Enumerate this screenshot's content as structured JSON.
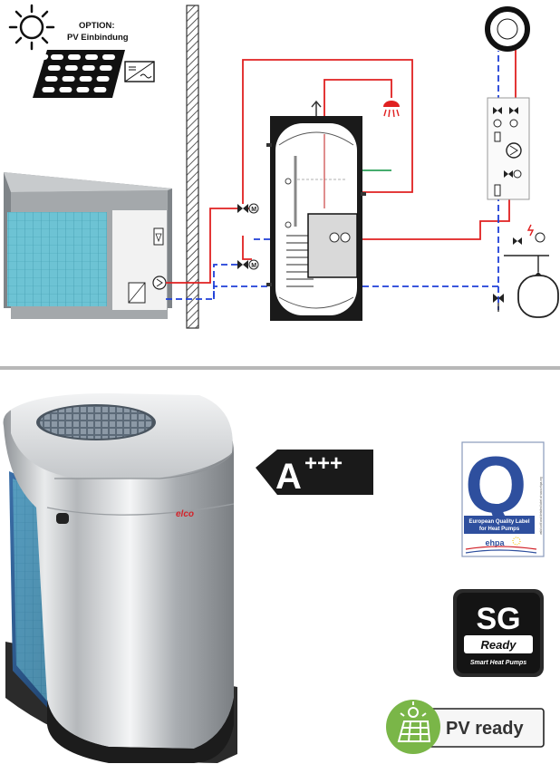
{
  "pv_option": {
    "line1": "OPTION:",
    "line2": "PV Einbindung",
    "icons": [
      "sun-icon",
      "solar-panel-icon",
      "inverter-icon"
    ]
  },
  "brand": {
    "logo_text": "elco",
    "logo_color": "#d2232a"
  },
  "energy_label": {
    "grade": "A",
    "plus": "+++",
    "bg_color": "#1a1a1a"
  },
  "badges": {
    "ehpa": {
      "q_letter": "Q",
      "line1": "European Quality Label",
      "line2": "for Heat Pumps",
      "brand": "ehpa",
      "side_text": "valid until and detailed label at www.ehpa.org"
    },
    "sg": {
      "title": "SG",
      "subtitle": "Ready",
      "caption": "Smart Heat Pumps"
    },
    "pv": {
      "text": "PV ready",
      "icon": "solar-panel-icon",
      "icon_bg": "#7ab648"
    }
  },
  "colors": {
    "flow": "#e02020",
    "return": "#1f3fd8",
    "solar": "#2ca05a",
    "divider": "#b8b8b8"
  }
}
